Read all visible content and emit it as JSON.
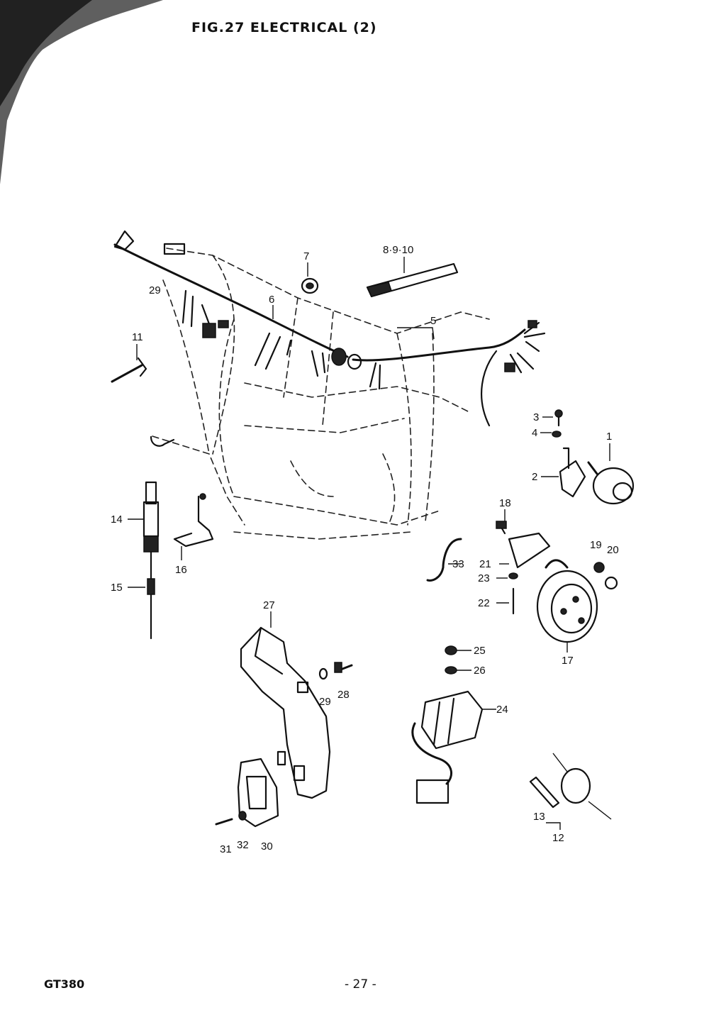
{
  "header": {
    "title": "FIG.27  ELECTRICAL (2)"
  },
  "footer": {
    "model": "GT380",
    "page": "- 27 -"
  },
  "callouts": {
    "c1": "1",
    "c2": "2",
    "c3": "3",
    "c4": "4",
    "c5": "5",
    "c6": "6",
    "c7": "7",
    "c8910": "8·9·10",
    "c11": "11",
    "c12": "12",
    "c13": "13",
    "c14": "14",
    "c15": "15",
    "c16": "16",
    "c17": "17",
    "c18": "18",
    "c19": "19",
    "c20": "20",
    "c21": "21",
    "c22": "22",
    "c23": "23",
    "c24": "24",
    "c25": "25",
    "c26": "26",
    "c27": "27",
    "c28": "28",
    "c29": "29",
    "c29b": "29",
    "c30": "30",
    "c31": "31",
    "c32": "32",
    "c33": "33"
  }
}
